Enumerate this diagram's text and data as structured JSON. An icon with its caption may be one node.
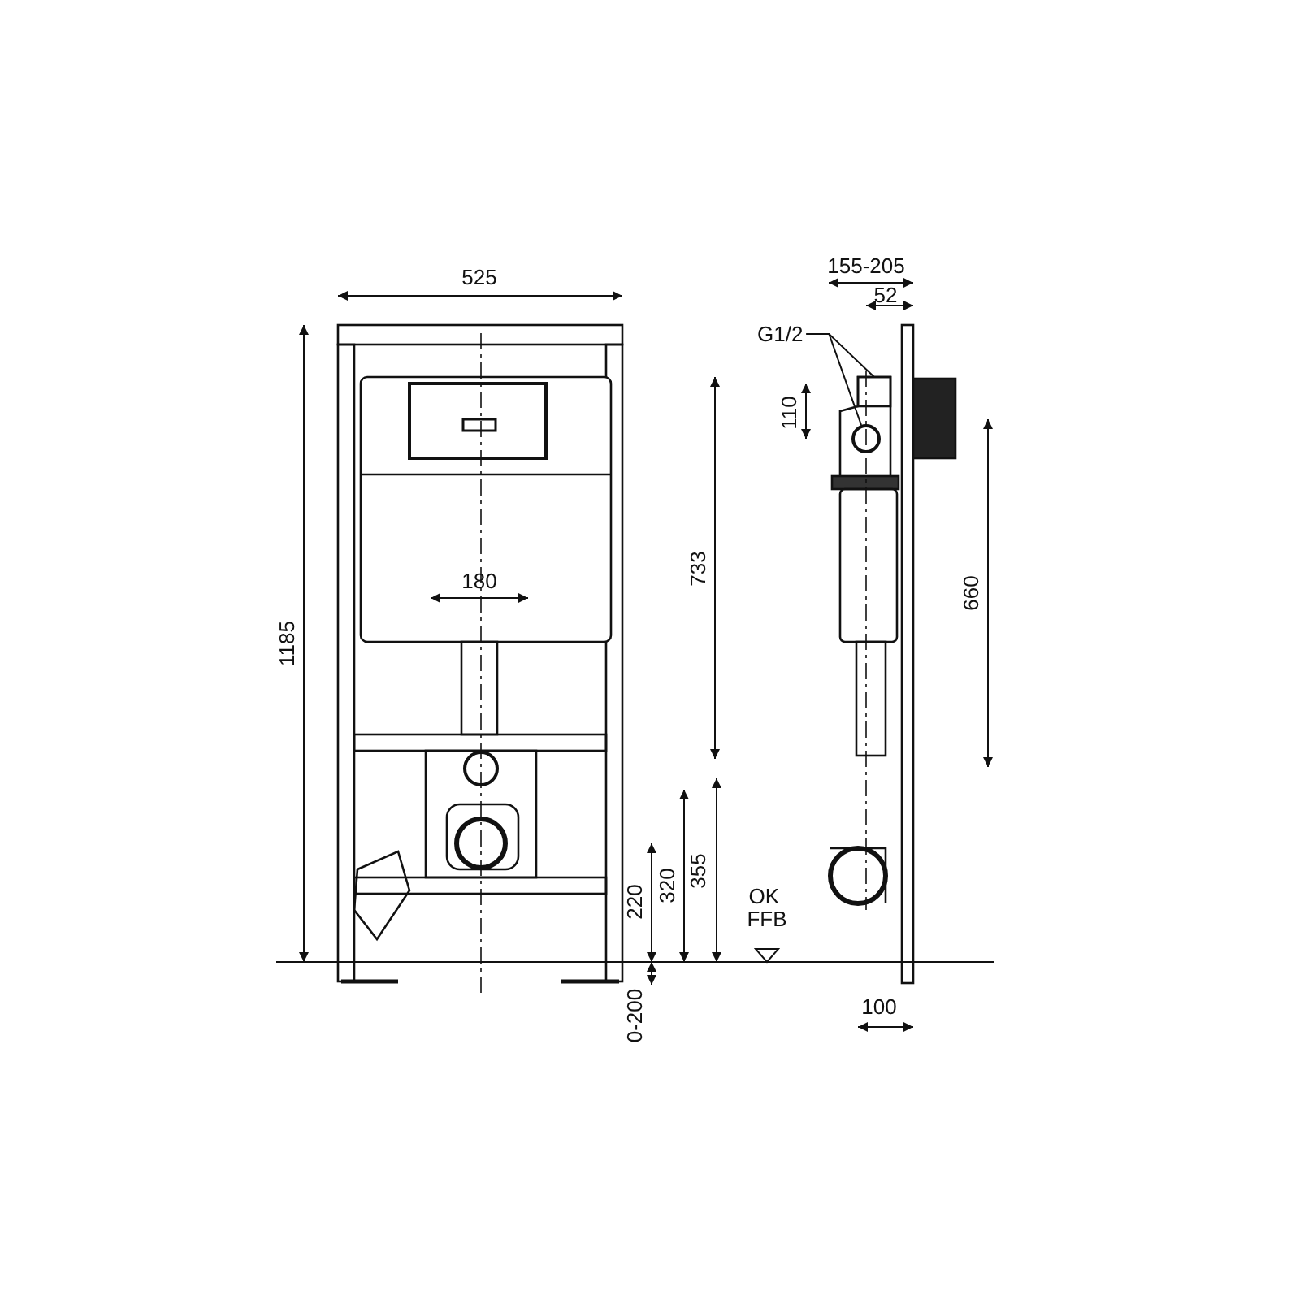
{
  "diagram": {
    "nodes": [
      {
        "text": [
          "G1/2"
        ]
      },
      {
        "text": [],
        "shape": "box"
      },
      {
        "text": [],
        "shape": "circle"
      }
    ],
    "edges": [
      {
        "from": 0,
        "to": 1,
        "arrow": "none"
      },
      {
        "from": 0,
        "to": 2,
        "arrow": "none"
      }
    ],
    "labels": [
      "525",
      "155-205",
      "52",
      "110",
      "180",
      "733",
      "660",
      "1185",
      "355",
      "320",
      "220",
      "OK FFB",
      "0-200",
      "100"
    ]
  }
}
